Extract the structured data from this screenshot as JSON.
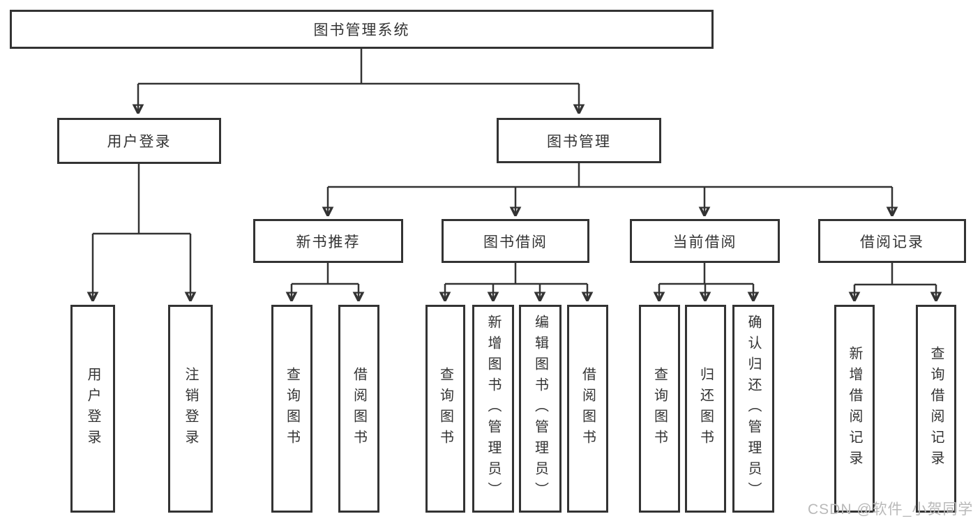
{
  "diagram_type": "hierarchy-tree",
  "tree": {
    "label": "图书管理系统",
    "children": [
      {
        "label": "用户登录",
        "children": [
          {
            "label": "用户登录"
          },
          {
            "label": "注销登录"
          }
        ]
      },
      {
        "label": "图书管理",
        "children": [
          {
            "label": "新书推荐",
            "children": [
              {
                "label": "查询图书"
              },
              {
                "label": "借阅图书"
              }
            ]
          },
          {
            "label": "图书借阅",
            "children": [
              {
                "label": "查询图书"
              },
              {
                "label": "新增图书（管理员）"
              },
              {
                "label": "编辑图书（管理员）"
              },
              {
                "label": "借阅图书"
              }
            ]
          },
          {
            "label": "当前借阅",
            "children": [
              {
                "label": "查询图书"
              },
              {
                "label": "归还图书"
              },
              {
                "label": "确认归还（管理员）"
              }
            ]
          },
          {
            "label": "借阅记录",
            "children": [
              {
                "label": "新增借阅记录"
              },
              {
                "label": "查询借阅记录"
              }
            ]
          }
        ]
      }
    ]
  },
  "watermark": {
    "text": "CSDN @软件_小贺同学"
  },
  "colors": {
    "line": "#333333",
    "box_border": "#333333",
    "box_fill": "#ffffff",
    "text": "#333333",
    "watermark": "#b9b9b9",
    "background": "#ffffff"
  }
}
